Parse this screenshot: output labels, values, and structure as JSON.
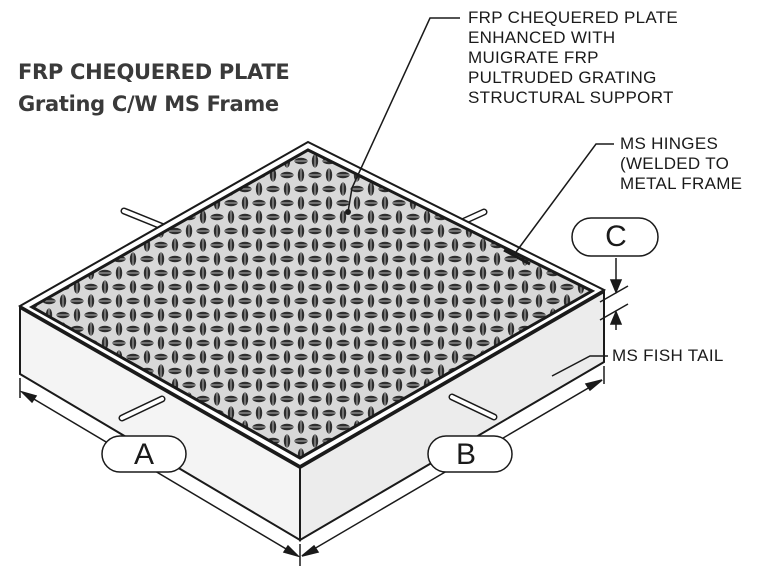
{
  "title": {
    "line1": "FRP CHEQUERED PLATE",
    "line2": "Grating C/W MS Frame"
  },
  "callouts": {
    "plate": [
      "FRP CHEQUERED PLATE",
      "ENHANCED WITH",
      "MUIGRATE FRP",
      "PULTRUDED GRATING",
      "STRUCTURAL SUPPORT"
    ],
    "hinges": [
      "MS HINGES",
      "(WELDED TO",
      "METAL FRAME"
    ],
    "fishtail": "MS FISH TAIL"
  },
  "dimensions": {
    "a": "A",
    "b": "B",
    "c": "C"
  },
  "colors": {
    "ink": "#1a1a1a",
    "plate": "#d6d6d6",
    "chequer": "#2e2e2e",
    "frame_side": "#f2f2f2",
    "title": "#3a3a3a"
  }
}
